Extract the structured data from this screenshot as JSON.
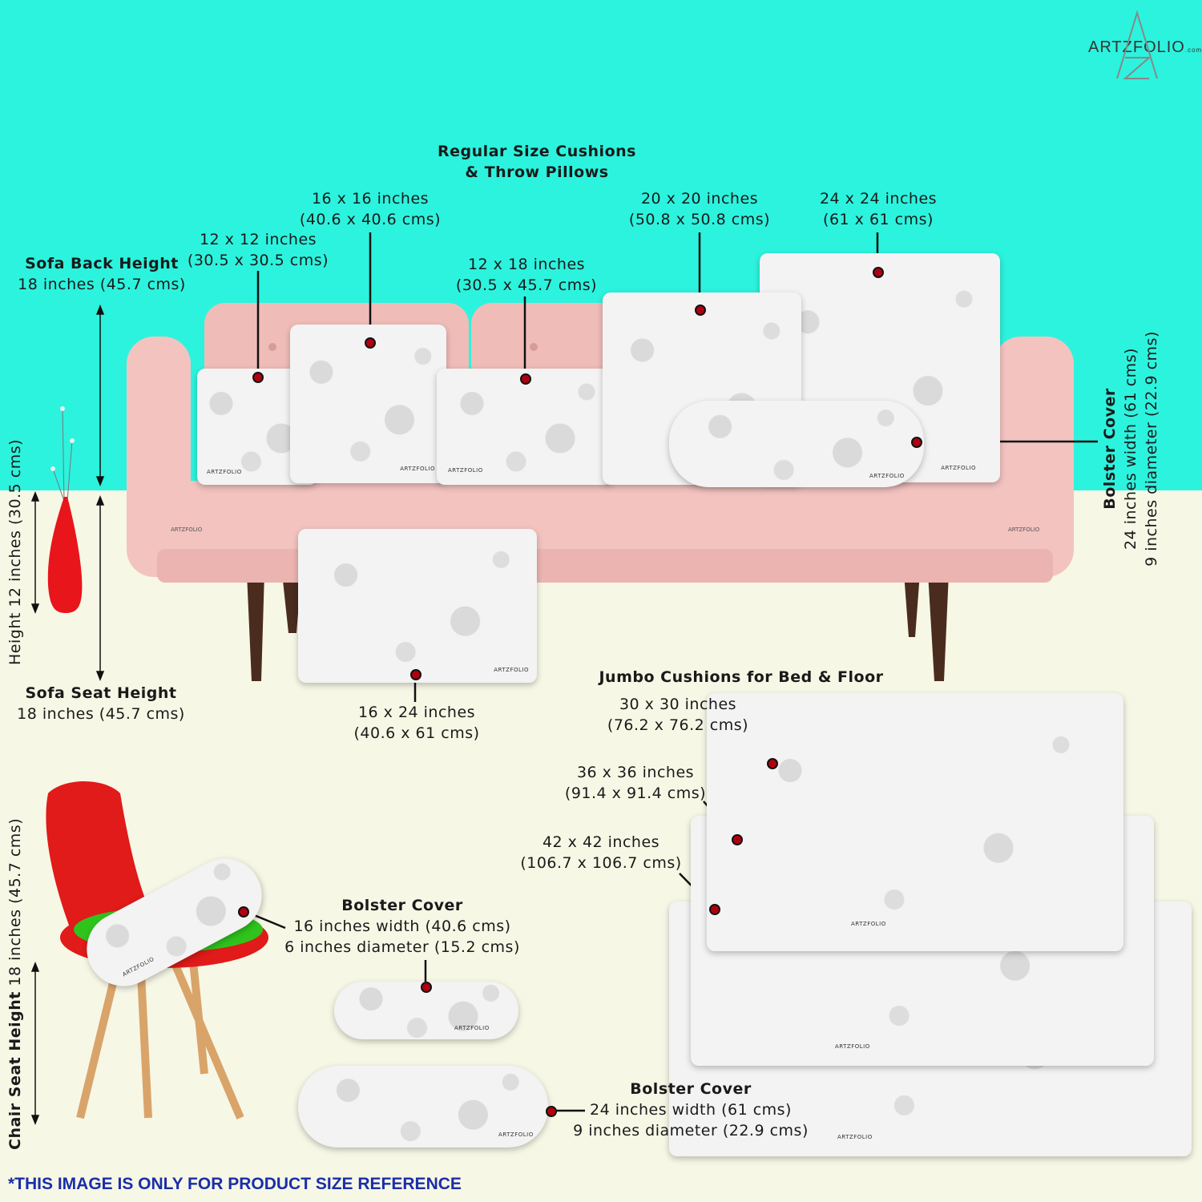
{
  "brand": {
    "logo_text": "ARTZFOLIO",
    "logo_suffix": ".com"
  },
  "headings": {
    "regular_title": "Regular Size Cushions",
    "regular_subtitle": "& Throw Pillows",
    "jumbo_title": "Jumbo Cushions for Bed & Floor"
  },
  "sofa": {
    "back_height_title": "Sofa Back Height",
    "back_height_value": "18 inches (45.7 cms)",
    "seat_height_title": "Sofa Seat Height",
    "seat_height_value": "18 inches (45.7 cms)",
    "vase_height": "Height 12 inches (30.5 cms)"
  },
  "sizes": [
    {
      "inches": "12 x 12 inches",
      "cms": "(30.5 x 30.5 cms)"
    },
    {
      "inches": "16 x 16 inches",
      "cms": "(40.6 x 40.6 cms)"
    },
    {
      "inches": "12 x 18 inches",
      "cms": "(30.5 x 45.7 cms)"
    },
    {
      "inches": "20 x 20 inches",
      "cms": "(50.8 x 50.8 cms)"
    },
    {
      "inches": "24 x 24 inches",
      "cms": "(61 x 61 cms)"
    },
    {
      "inches": "16 x 24 inches",
      "cms": "(40.6 x 61 cms)"
    },
    {
      "inches": "30 x 30 inches",
      "cms": "(76.2 x 76.2 cms)"
    },
    {
      "inches": "36 x 36 inches",
      "cms": "(91.4 x 91.4 cms)"
    },
    {
      "inches": "42 x 42 inches",
      "cms": "(106.7 x 106.7 cms)"
    }
  ],
  "bolster_sofa": {
    "title": "Bolster Cover",
    "width": "24 inches width (61 cms)",
    "diameter": "9 inches diameter (22.9 cms)"
  },
  "bolster_small": {
    "title": "Bolster Cover",
    "width": "16 inches width (40.6 cms)",
    "diameter": "6 inches diameter (15.2 cms)"
  },
  "bolster_large": {
    "title": "Bolster Cover",
    "width": "24 inches width (61 cms)",
    "diameter": "9 inches diameter (22.9 cms)"
  },
  "chair": {
    "seat_height_title": "Chair Seat Height",
    "seat_height_value": "18 inches (45.7 cms)"
  },
  "cushion_brand": "ARTZFOLIO",
  "disclaimer": "*THIS IMAGE IS ONLY FOR PRODUCT SIZE REFERENCE",
  "colors": {
    "wall": "#2cf3de",
    "floor": "#f7f7e6",
    "sofa": "#f3c3c0",
    "vase": "#e8151b",
    "chair": "#e11a1a",
    "chair_seat": "#2fc41c",
    "disclaimer": "#1a2ea8",
    "marker": "#b00010"
  }
}
